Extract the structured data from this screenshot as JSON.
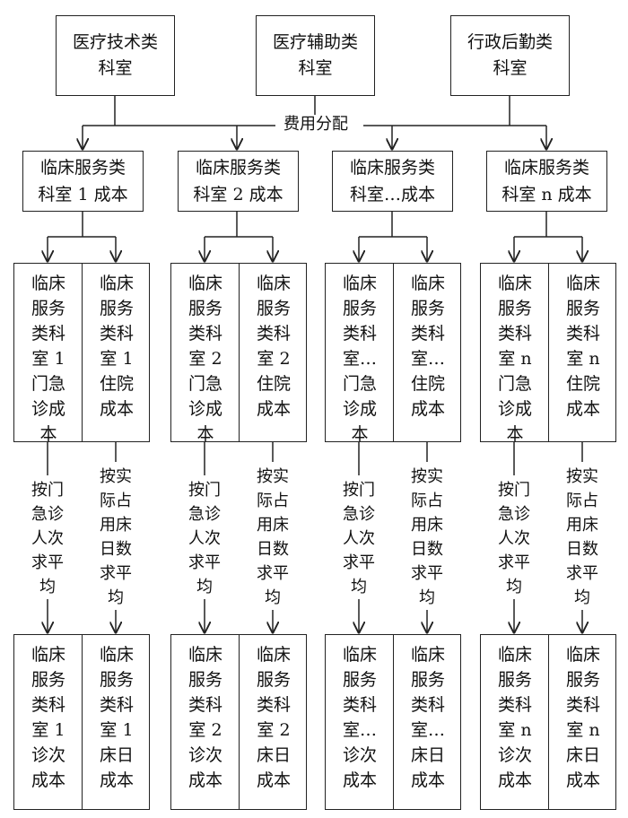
{
  "top_departments": [
    {
      "label": "医疗技术类\n科室"
    },
    {
      "label": "医疗辅助类\n科室"
    },
    {
      "label": "行政后勤类\n科室"
    }
  ],
  "allocation_label": "费用分配",
  "cost_boxes": [
    {
      "label": "临床服务类\n科室 1 成本"
    },
    {
      "label": "临床服务类\n科室 2 成本"
    },
    {
      "label": "临床服务类\n科室…成本"
    },
    {
      "label": "临床服务类\n科室 n 成本"
    }
  ],
  "split_boxes": [
    {
      "left": [
        "临床",
        "服务",
        "类科",
        "室 1",
        "门急",
        "诊成",
        "本"
      ],
      "right": [
        "临床",
        "服务",
        "类科",
        "室 1",
        "住院",
        "成本"
      ]
    },
    {
      "left": [
        "临床",
        "服务",
        "类科",
        "室 2",
        "门急",
        "诊成",
        "本"
      ],
      "right": [
        "临床",
        "服务",
        "类科",
        "室 2",
        "住院",
        "成本"
      ]
    },
    {
      "left": [
        "临床",
        "服务",
        "类科",
        "室…",
        "门急",
        "诊成",
        "本"
      ],
      "right": [
        "临床",
        "服务",
        "类科",
        "室…",
        "住院",
        "成本"
      ]
    },
    {
      "left": [
        "临床",
        "服务",
        "类科",
        "室 n",
        "门急",
        "诊成",
        "本"
      ],
      "right": [
        "临床",
        "服务",
        "类科",
        "室 n",
        "住院",
        "成本"
      ]
    }
  ],
  "rules": {
    "left": [
      "按门",
      "急诊",
      "人次",
      "求平",
      "均"
    ],
    "right": [
      "按实",
      "际占",
      "用床",
      "日数",
      "求平",
      "均"
    ]
  },
  "result_boxes": [
    {
      "left": [
        "临床",
        "服务",
        "类科",
        "室 1",
        "诊次",
        "成本"
      ],
      "right": [
        "临床",
        "服务",
        "类科",
        "室 1",
        "床日",
        "成本"
      ]
    },
    {
      "left": [
        "临床",
        "服务",
        "类科",
        "室 2",
        "诊次",
        "成本"
      ],
      "right": [
        "临床",
        "服务",
        "类科",
        "室 2",
        "床日",
        "成本"
      ]
    },
    {
      "left": [
        "临床",
        "服务",
        "类科",
        "室…",
        "诊次",
        "成本"
      ],
      "right": [
        "临床",
        "服务",
        "类科",
        "室…",
        "床日",
        "成本"
      ]
    },
    {
      "left": [
        "临床",
        "服务",
        "类科",
        "室 n",
        "诊次",
        "成本"
      ],
      "right": [
        "临床",
        "服务",
        "类科",
        "室 n",
        "床日",
        "成本"
      ]
    }
  ]
}
